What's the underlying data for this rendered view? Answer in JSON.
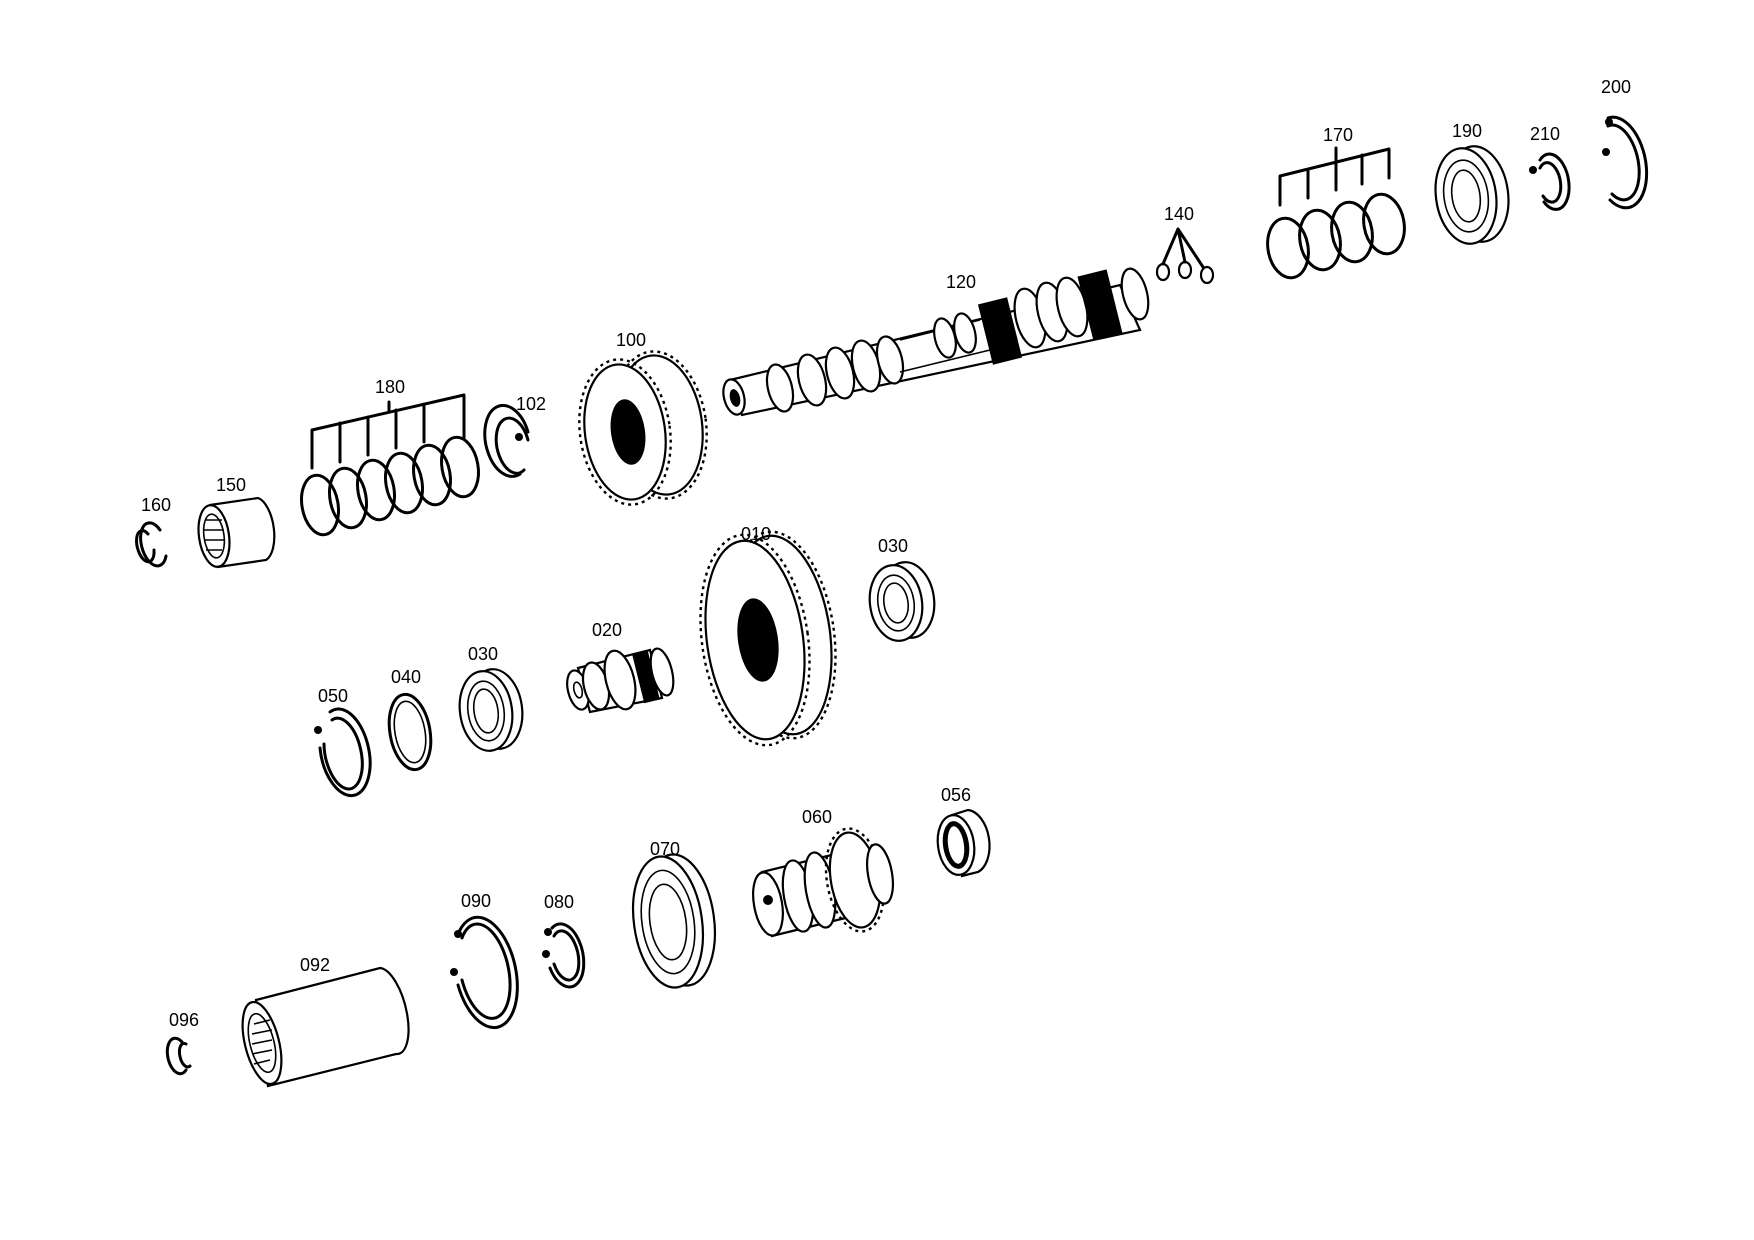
{
  "diagram": {
    "parts": [
      {
        "id": "010"
      },
      {
        "id": "020"
      },
      {
        "id": "030"
      },
      {
        "id": "030"
      },
      {
        "id": "040"
      },
      {
        "id": "050"
      },
      {
        "id": "056"
      },
      {
        "id": "060"
      },
      {
        "id": "070"
      },
      {
        "id": "080"
      },
      {
        "id": "090"
      },
      {
        "id": "092"
      },
      {
        "id": "096"
      },
      {
        "id": "100"
      },
      {
        "id": "102"
      },
      {
        "id": "120"
      },
      {
        "id": "140"
      },
      {
        "id": "150"
      },
      {
        "id": "160"
      },
      {
        "id": "170"
      },
      {
        "id": "180"
      },
      {
        "id": "190"
      },
      {
        "id": "200"
      },
      {
        "id": "210"
      }
    ]
  }
}
